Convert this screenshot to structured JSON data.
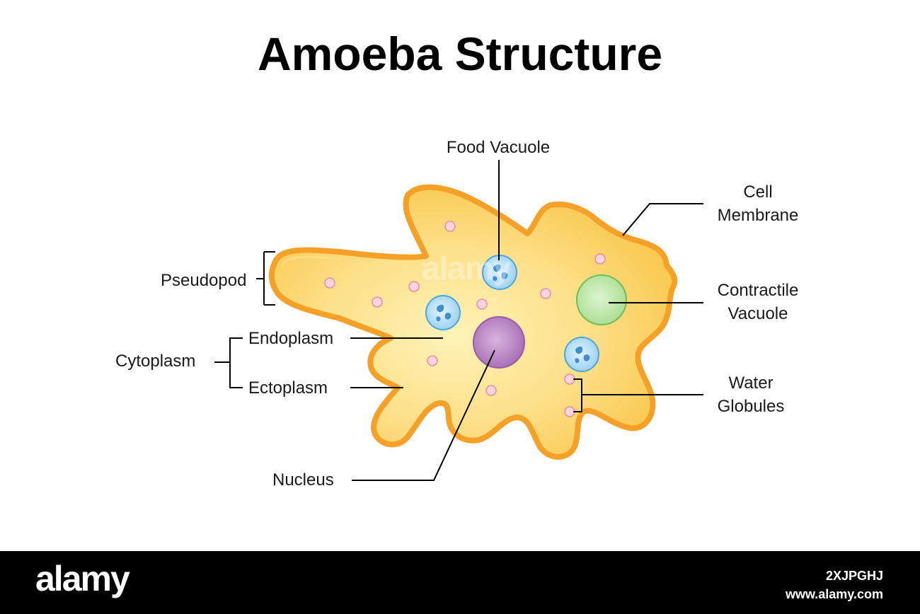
{
  "title": "Amoeba Structure",
  "labels": {
    "food_vacuole": "Food Vacuole",
    "cell_membrane_line1": "Cell",
    "cell_membrane_line2": "Membrane",
    "pseudopod": "Pseudopod",
    "contractile_vacuole_line1": "Contractile",
    "contractile_vacuole_line2": "Vacuole",
    "cytoplasm": "Cytoplasm",
    "endoplasm": "Endoplasm",
    "ectoplasm": "Ectoplasm",
    "water_globules_line1": "Water",
    "water_globules_line2": "Globules",
    "nucleus": "Nucleus"
  },
  "watermark": "alamy",
  "footer": {
    "logo": "alamy",
    "image_id": "2XJPGHJ",
    "site": "www.alamy.com"
  },
  "colors": {
    "cell_fill": "#fcd26a",
    "cell_membrane": "#f59a1c",
    "nucleus": "#b77fc2",
    "contractile_vacuole": "#b9e6a4",
    "food_vacuole": "#a9d8f4",
    "water_globule": "#f7c8d6"
  }
}
